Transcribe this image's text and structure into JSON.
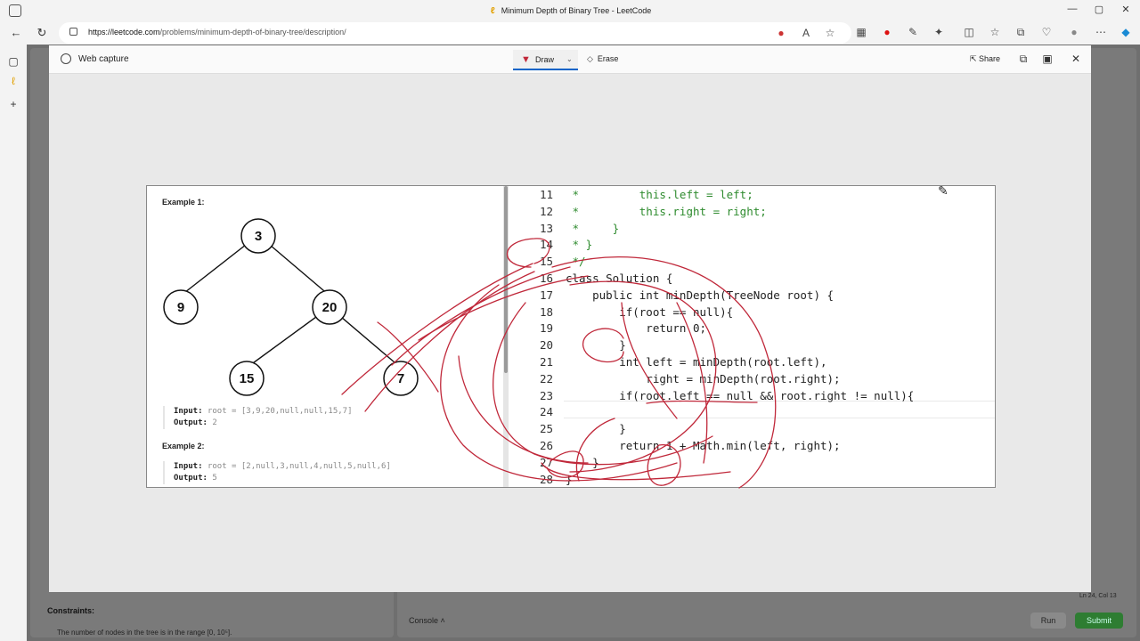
{
  "browser": {
    "window_title": "Minimum Depth of Binary Tree - LeetCode",
    "url_domain": "https://leetcode.com",
    "url_path": "/problems/minimum-depth-of-binary-tree/description/",
    "window_controls": [
      "—",
      "▢",
      "✕"
    ]
  },
  "capture": {
    "title": "Web capture",
    "draw_label": "Draw",
    "erase_label": "Erase",
    "share_label": "Share",
    "pen_color": "#c0283a"
  },
  "problem": {
    "example1_title": "Example 1:",
    "example1_input_label": "Input:",
    "example1_input_value": "root = [3,9,20,null,null,15,7]",
    "example1_output_label": "Output:",
    "example1_output_value": "2",
    "example2_title": "Example 2:",
    "example2_input_label": "Input:",
    "example2_input_value": "root = [2,null,3,null,4,null,5,null,6]",
    "example2_output_label": "Output:",
    "example2_output_value": "5",
    "tree_nodes": [
      "3",
      "9",
      "20",
      "15",
      "7"
    ]
  },
  "code": {
    "line_numbers": [
      "11",
      "12",
      "13",
      "14",
      "15",
      "16",
      "17",
      "18",
      "19",
      "20",
      "21",
      "22",
      "23",
      "24",
      "25",
      "26",
      "27",
      "28"
    ],
    "lines": [
      " *         this.left = left;",
      " *         this.right = right;",
      " *     }",
      " * }",
      " */",
      "class Solution {",
      "    public int minDepth(TreeNode root) {",
      "        if(root == null){",
      "            return 0;",
      "        }",
      "        int left = minDepth(root.left),",
      "            right = minDepth(root.right);",
      "        if(root.left == null && root.right != null){",
      "",
      "        }",
      "        return 1 + Math.min(left, right);",
      "    }",
      "}"
    ]
  },
  "background_page": {
    "constraints_title": "Constraints:",
    "constraint_1": "The number of nodes in the tree is in the range [0, 10⁵].",
    "console_label": "Console ˄",
    "run_label": "Run",
    "submit_label": "Submit",
    "status": "Ln 24, Col 13"
  }
}
